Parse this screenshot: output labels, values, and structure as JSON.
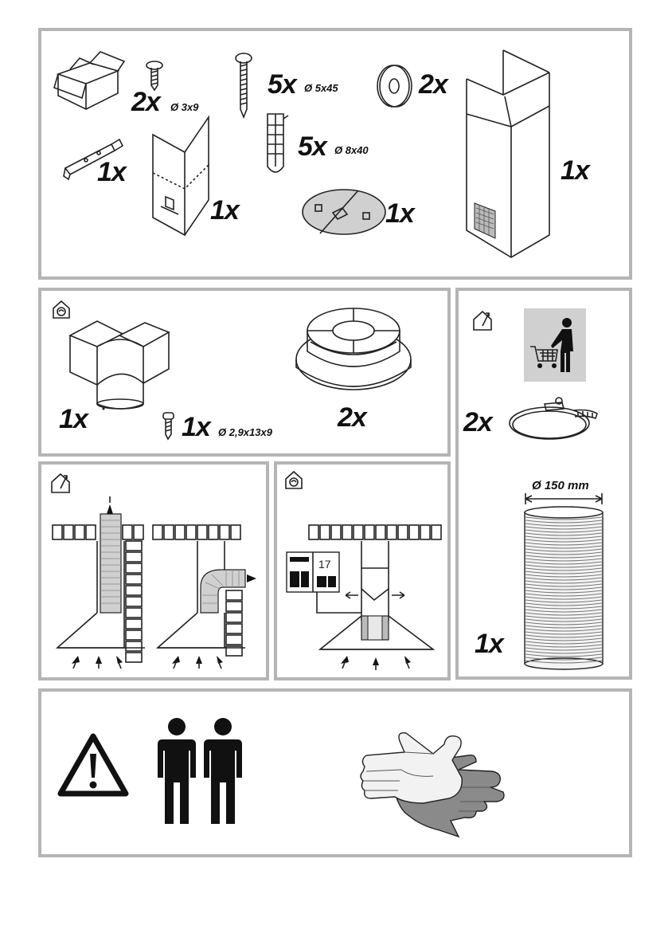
{
  "kit": {
    "box_qty": "2x",
    "box_dim": "Ø 3x9",
    "long_screw_qty": "5x",
    "long_screw_dim": "Ø 5x45",
    "washer_qty": "2x",
    "dowel_qty": "5x",
    "dowel_dim": "Ø 8x40",
    "bracket_qty": "1x",
    "template_qty": "1x",
    "disc_qty": "1x",
    "chimney_qty": "1x"
  },
  "recirc": {
    "deflector_qty": "1x",
    "small_screw_qty": "1x",
    "small_screw_dim": "Ø 2,9x13x9",
    "filter_qty": "2x"
  },
  "extraction": {
    "clamp_qty": "2x",
    "hose_diameter": "Ø 150 mm",
    "hose_qty": "1x"
  },
  "recirc_diagram": {
    "page_ref": "17"
  },
  "icons": [
    "cardboard-box-icon",
    "screw-icon",
    "washer-icon",
    "dowel-icon",
    "recirculation-house-icon",
    "extraction-house-icon",
    "shopping-cart-person-icon",
    "warning-triangle-icon",
    "two-persons-icon",
    "protective-gloves-icon"
  ],
  "colors": {
    "panel_border": "#b5b5b5",
    "shade_panel": "#d0d0d0",
    "glove_light": "#f2f2f2",
    "glove_dark": "#8a8a8a"
  }
}
